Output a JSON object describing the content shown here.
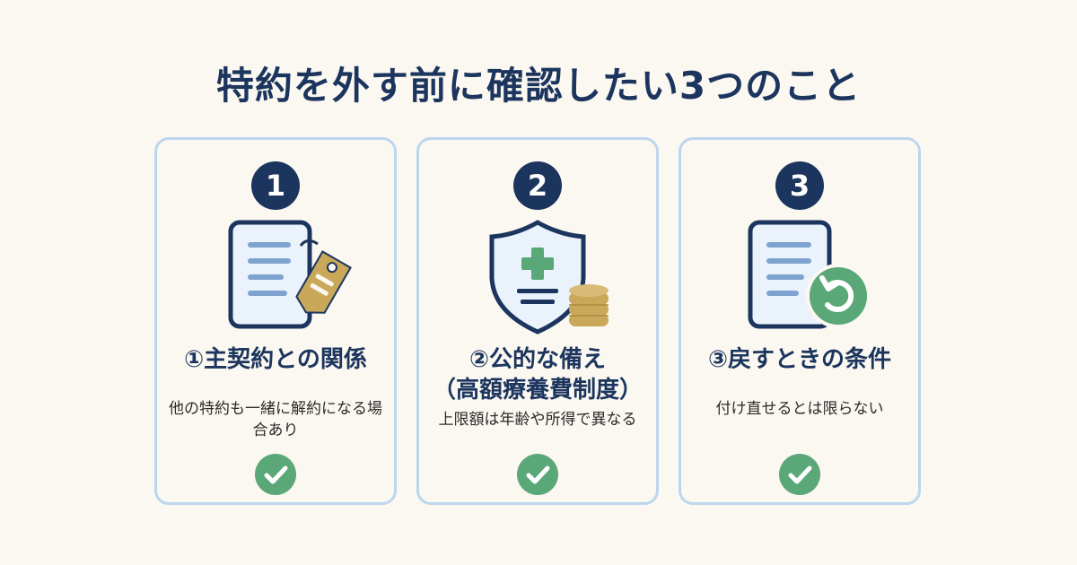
{
  "title": "特約を外す前に確認したい3つのこと",
  "cards": [
    {
      "number": "1",
      "heading": "①主契約との関係",
      "description": "他の特約も一緒に解約になる場合あり",
      "icon": "document-tag-icon"
    },
    {
      "number": "2",
      "heading_line1": "②公的な備え",
      "heading_line2": "（高額療養費制度）",
      "description": "上限額は年齢や所得で異なる",
      "icon": "shield-coins-icon"
    },
    {
      "number": "3",
      "heading": "③戻すときの条件",
      "description": "付け直せるとは限らない",
      "icon": "document-undo-icon"
    }
  ],
  "colors": {
    "navy": "#1c355e",
    "card_border": "#bcd6ee",
    "doc_fill": "#eaf2fb",
    "line_blue": "#7ea3cf",
    "gold": "#caa85a",
    "green": "#5aa778",
    "background": "#fbf8f1"
  }
}
